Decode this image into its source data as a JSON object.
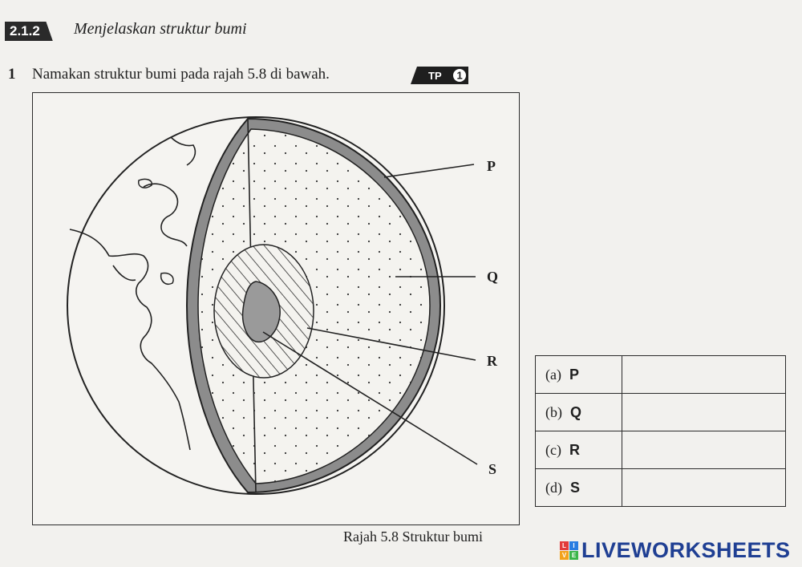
{
  "header": {
    "section_number": "2.1.2",
    "section_title": "Menjelaskan struktur bumi"
  },
  "question": {
    "number": "1",
    "text": "Namakan struktur bumi pada rajah 5.8 di bawah.",
    "tp_label": "TP",
    "tp_level": "1"
  },
  "figure": {
    "labels": [
      "P",
      "Q",
      "R",
      "S"
    ],
    "caption": "Rajah 5.8 Struktur bumi"
  },
  "answers": [
    {
      "label": "(a)",
      "letter": "P",
      "value": ""
    },
    {
      "label": "(b)",
      "letter": "Q",
      "value": ""
    },
    {
      "label": "(c)",
      "letter": "R",
      "value": ""
    },
    {
      "label": "(d)",
      "letter": "S",
      "value": ""
    }
  ],
  "watermark": {
    "text": "LIVEWORKSHEETS",
    "colors": [
      "#e23b3b",
      "#2a7de1",
      "#f3a21b",
      "#3bb54a"
    ]
  }
}
